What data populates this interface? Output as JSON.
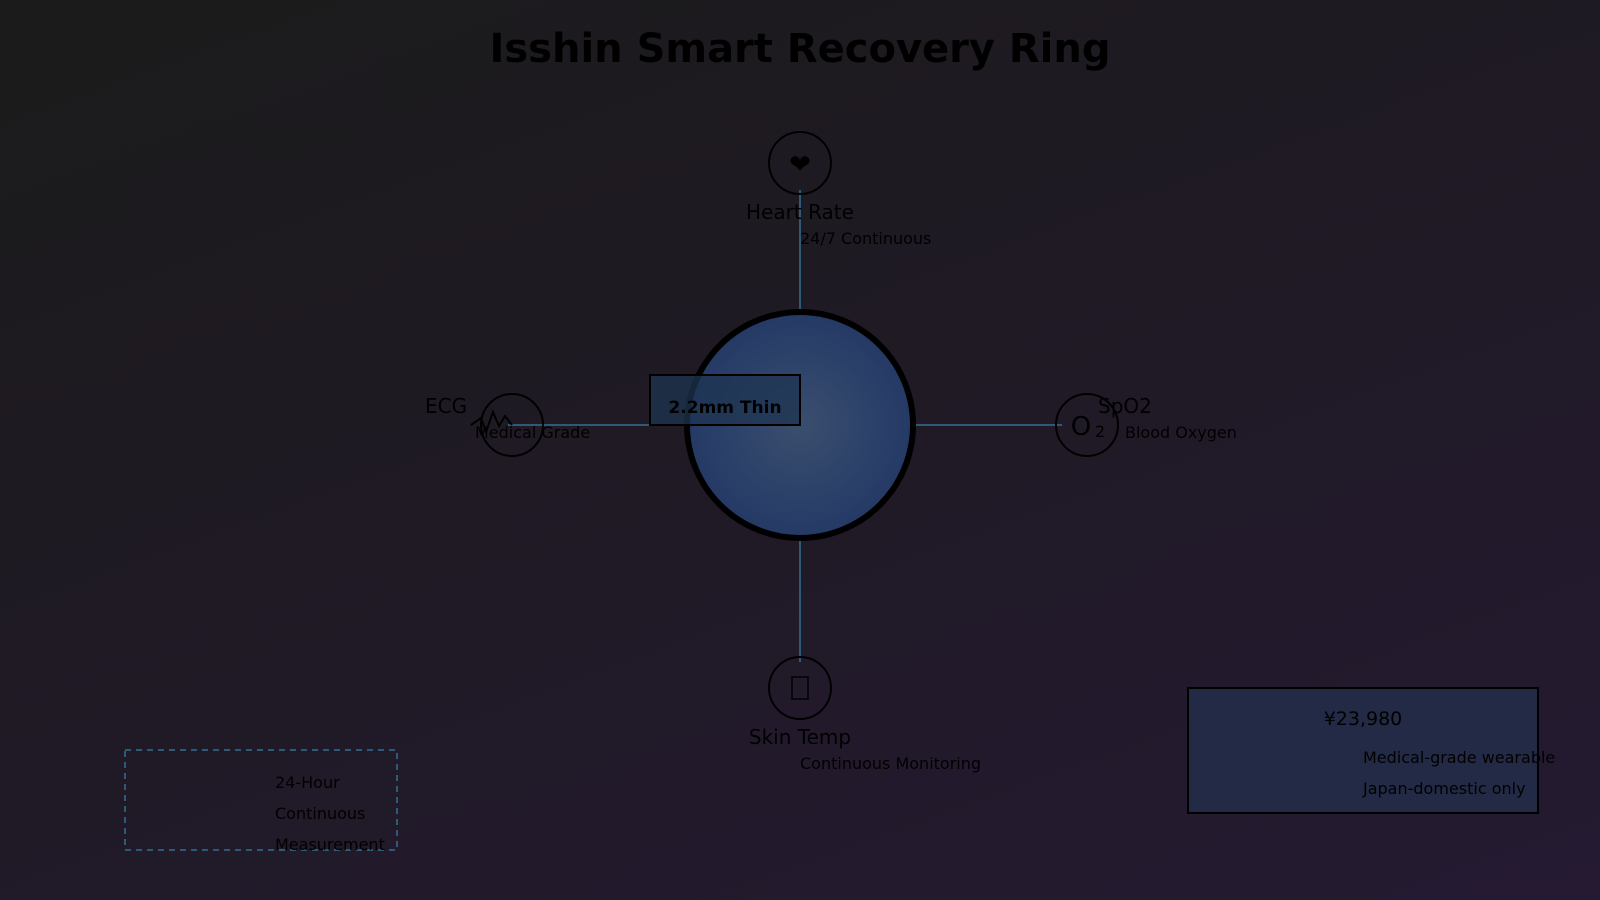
{
  "title": "Isshin Smart Recovery Ring",
  "center_badge": "2.2mm Thin",
  "features": {
    "heart_rate": {
      "label": "Heart Rate",
      "sub": "24/7 Continuous",
      "icon": "heart-icon",
      "glyph": "❤"
    },
    "ecg": {
      "label": "ECG",
      "sub": "Medical Grade",
      "icon": "ecg-waveform-icon"
    },
    "spo2": {
      "label": "SpO2",
      "sub": "Blood Oxygen",
      "icon": "o2-icon",
      "glyph": "O",
      "glyph_sub": "2"
    },
    "skin_temp": {
      "label": "Skin Temp",
      "sub": "Continuous Monitoring",
      "icon": "thermometer-icon",
      "glyph": "⊡"
    }
  },
  "measurement_box": {
    "lines": [
      "24-Hour",
      "Continuous",
      "Measurement"
    ]
  },
  "price_box": {
    "price": "¥23,980",
    "lines": [
      "Medical-grade wearable",
      "Japan-domestic only"
    ]
  },
  "colors": {
    "connector": "#2e5a7a",
    "ring_fill_center": "#3a4e6e",
    "ring_fill_edge": "#243a66",
    "price_box_fill": "#232a45",
    "badge_fill": "#1e3450"
  }
}
